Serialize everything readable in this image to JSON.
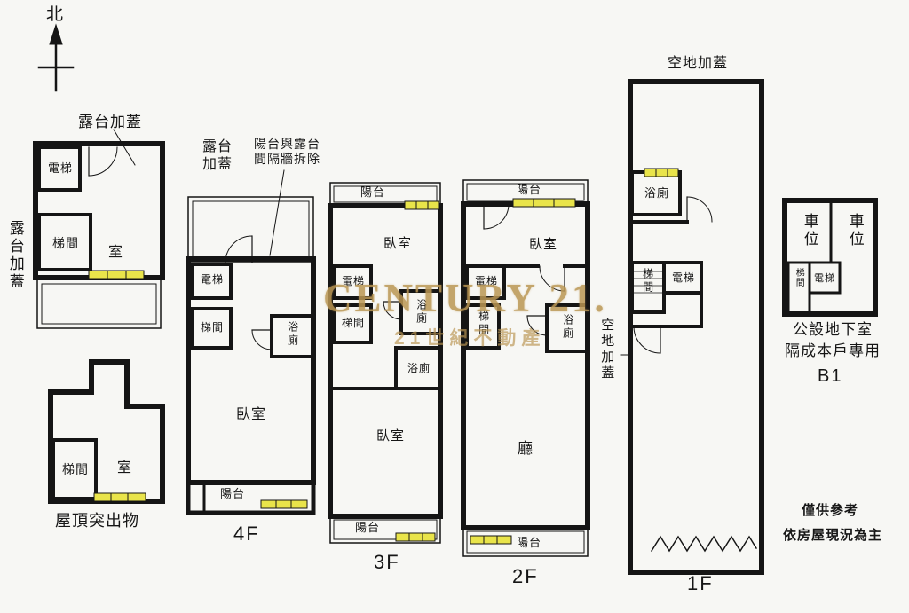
{
  "colors": {
    "wall": "#151515",
    "window_fill": "#e9e44a",
    "brand": "#bb9754"
  },
  "compass": {
    "label": "北"
  },
  "watermark": {
    "brand": "CENTURY 21.",
    "subtitle": "21世紀不動產"
  },
  "disclaimer": {
    "line1": "僅供參考",
    "line2": "依房屋現況為主"
  },
  "plans": {
    "roof_terrace": {
      "top_label": "露台加蓋",
      "left_label": "露台加蓋",
      "rooms": {
        "elevator": "電梯",
        "stairwell": "梯間",
        "room": "室"
      }
    },
    "roof_protrusion": {
      "caption": "屋頂突出物",
      "rooms": {
        "stairwell": "梯間",
        "room": "室"
      }
    },
    "f4": {
      "caption": "4F",
      "terrace_label": "露台\n加蓋",
      "note": "陽台與露台\n間隔牆拆除",
      "rooms": {
        "elevator": "電梯",
        "stairwell": "梯間",
        "bath": "浴廁",
        "bedroom": "臥室",
        "balcony": "陽台"
      }
    },
    "f3": {
      "caption": "3F",
      "rooms": {
        "balcony_top": "陽台",
        "bedroom_top": "臥室",
        "elevator": "電梯",
        "stairwell": "梯間",
        "bath_upper": "浴廁",
        "bath_lower": "浴廁",
        "bedroom_bottom": "臥室",
        "balcony_bottom": "陽台"
      }
    },
    "f2": {
      "caption": "2F",
      "rooms": {
        "balcony_top": "陽台",
        "bedroom": "臥室",
        "elevator": "電梯",
        "stairwell": "梯間",
        "bath": "浴廁",
        "living": "廳",
        "balcony_bottom": "陽台"
      }
    },
    "f1": {
      "caption": "1F",
      "top_label": "空地加蓋",
      "left_label": "空地加蓋",
      "rooms": {
        "bath": "浴廁",
        "stairwell": "梯間",
        "elevator": "電梯"
      }
    },
    "b1": {
      "caption": "B1",
      "note_line1": "公設地下室",
      "note_line2": "隔成本戶專用",
      "rooms": {
        "parking_left": "車位",
        "parking_right": "車位",
        "stairwell": "梯間",
        "elevator": "電梯"
      }
    }
  }
}
